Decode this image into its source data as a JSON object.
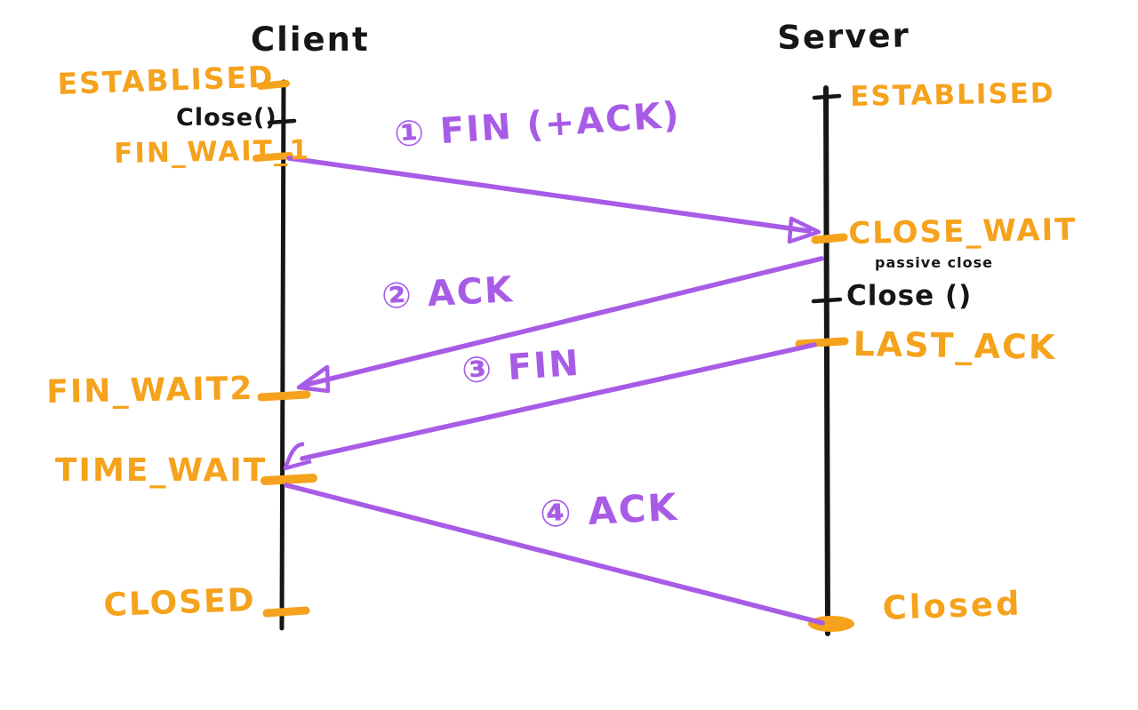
{
  "diagram": {
    "kind": "hand-drawn TCP connection termination sequence diagram",
    "colors": {
      "state_orange": "#F5A21C",
      "arrow_purple": "#A85CE6",
      "line_black": "#161616"
    },
    "client": {
      "title": "Client",
      "state_established": "ESTABLISED",
      "event_close": "Close()",
      "state_fin_wait_1": "FIN_WAIT_1",
      "state_fin_wait_2": "FIN_WAIT2",
      "state_time_wait": "TIME_WAIT",
      "state_closed": "CLOSED"
    },
    "server": {
      "title": "Server",
      "state_established": "ESTABLISED",
      "state_close_wait": "CLOSE_WAIT",
      "note_passive_close": "passive close",
      "event_close": "Close ()",
      "state_last_ack": "LAST_ACK",
      "state_closed": "Closed"
    },
    "messages": {
      "msg1": "① FIN (+ACK)",
      "msg2": "② ACK",
      "msg3": "③ FIN",
      "msg4": "④ ACK"
    }
  }
}
